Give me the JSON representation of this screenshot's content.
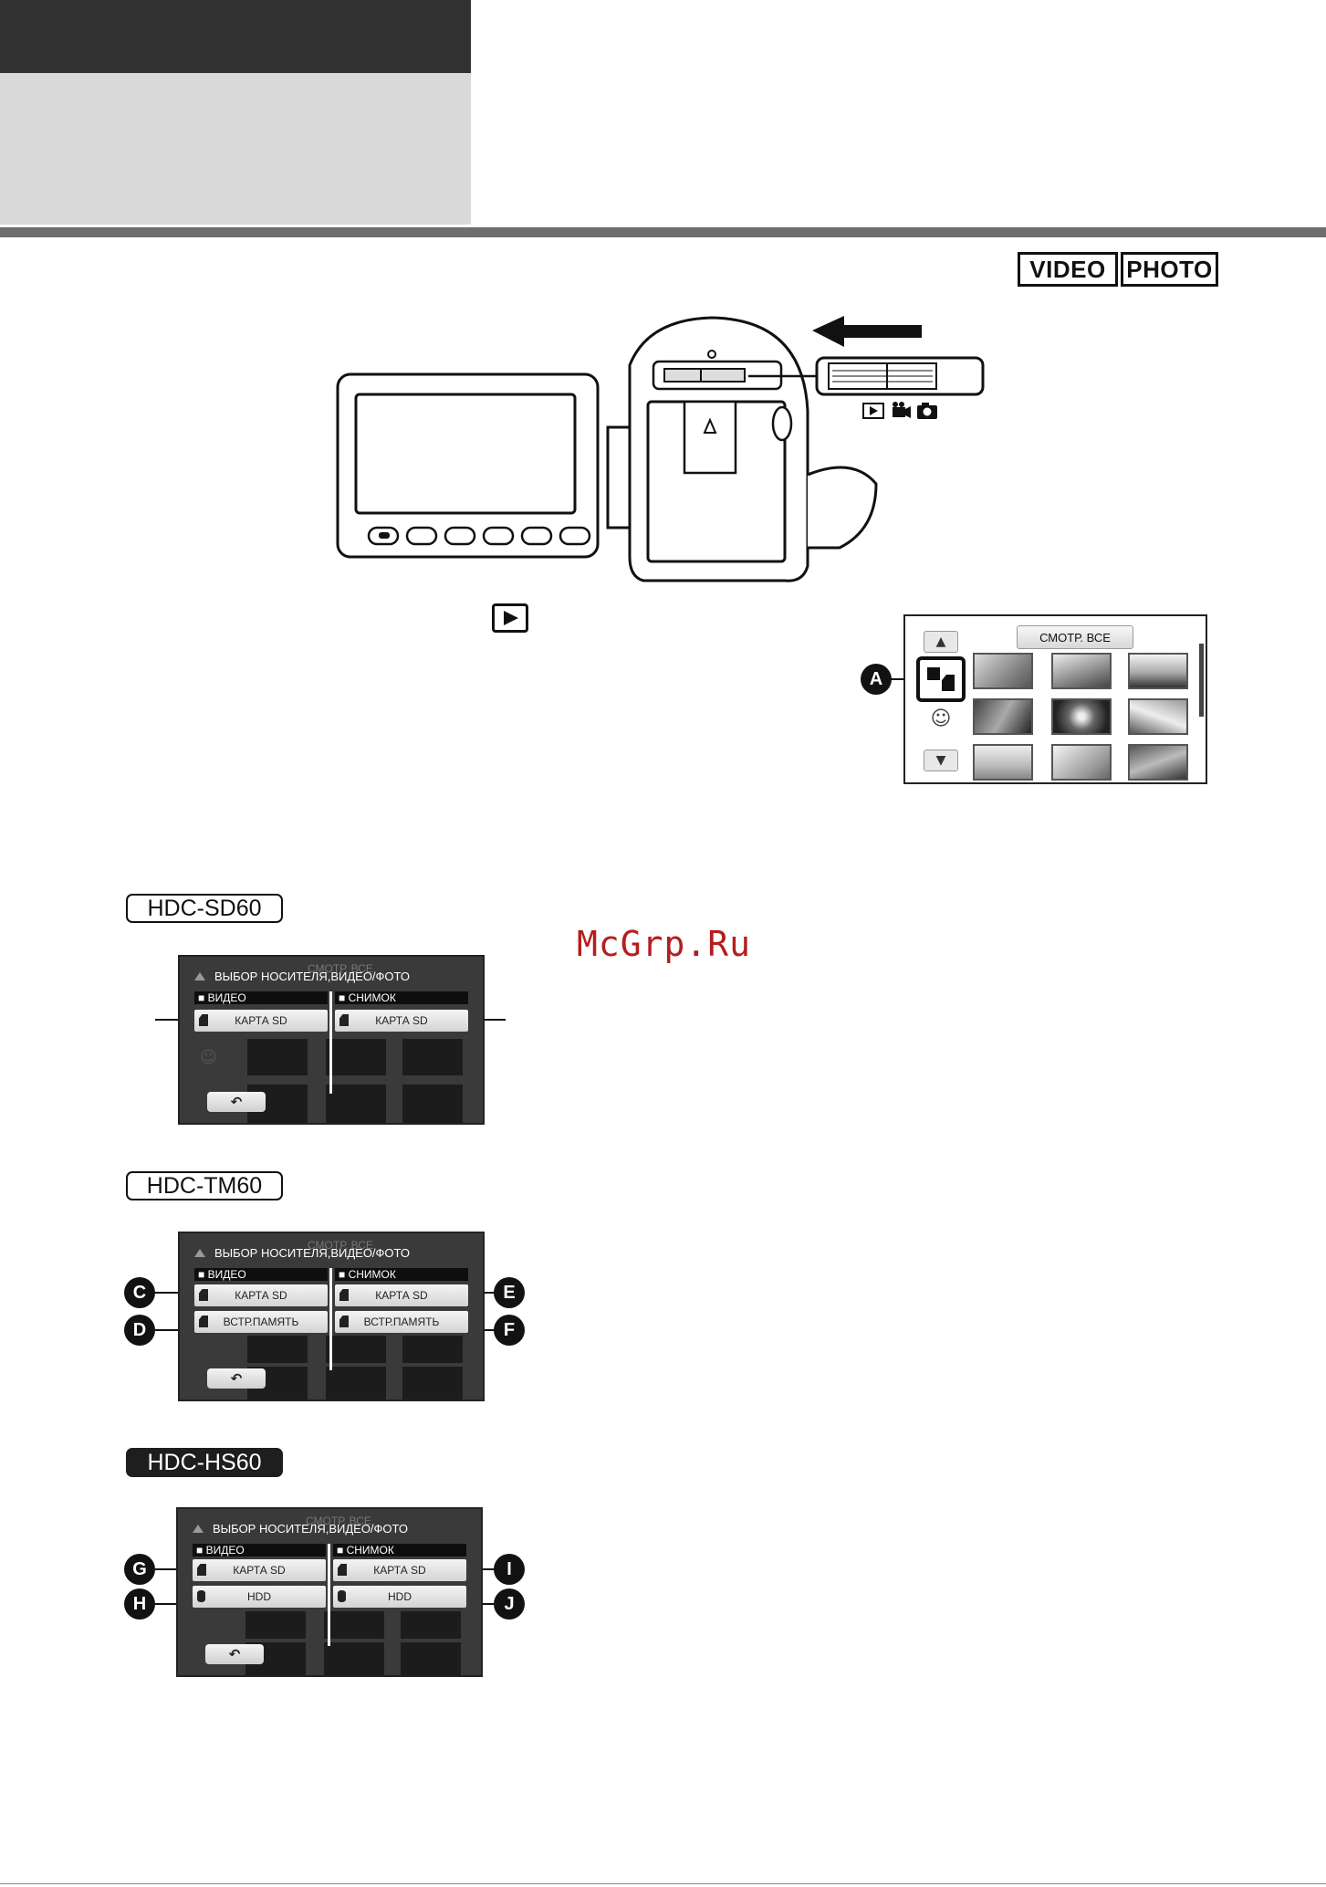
{
  "header": {},
  "mode_badges": {
    "video": "VIDEO",
    "photo": "PHOTO"
  },
  "watermark": "McGrp.Ru",
  "callouts": {
    "a": "A",
    "c": "C",
    "d": "D",
    "e": "E",
    "f": "F",
    "g": "G",
    "h": "H",
    "i": "I",
    "j": "J"
  },
  "thumb_screen": {
    "view_all": "СМОТР. ВСЕ",
    "up_arrow": "▲",
    "down_arrow": "▼"
  },
  "colors": {
    "accent_watermark": "#b41e1e",
    "header_dark": "#323232",
    "header_light": "#d9d9d9",
    "rule": "#6e6e6e"
  },
  "icons": [
    "play-icon",
    "video-icon",
    "camera-icon",
    "sd-card-icon",
    "builtin-memory-icon",
    "hdd-icon",
    "back-icon"
  ],
  "models": [
    {
      "label": "HDC-SD60",
      "ghost": "СМОТР. ВСЕ",
      "title": "ВЫБОР НОСИТЕЛЯ,ВИДЕО/ФОТО",
      "video_header": "ВИДЕО",
      "photo_header": "СНИМОК",
      "video_options": [
        "КАРТА SD"
      ],
      "photo_options": [
        "КАРТА SD"
      ]
    },
    {
      "label": "HDC-TM60",
      "ghost": "СМОТР. ВСЕ",
      "title": "ВЫБОР НОСИТЕЛЯ,ВИДЕО/ФОТО",
      "video_header": "ВИДЕО",
      "photo_header": "СНИМОК",
      "video_options": [
        "КАРТА SD",
        "ВСТР.ПАМЯТЬ"
      ],
      "photo_options": [
        "КАРТА SD",
        "ВСТР.ПАМЯТЬ"
      ]
    },
    {
      "label": "HDC-HS60",
      "ghost": "СМОТР. ВСЕ",
      "title": "ВЫБОР НОСИТЕЛЯ,ВИДЕО/ФОТО",
      "video_header": "ВИДЕО",
      "photo_header": "СНИМОК",
      "video_options": [
        "КАРТА SD",
        "HDD"
      ],
      "photo_options": [
        "КАРТА SD",
        "HDD"
      ]
    }
  ],
  "back_symbol": "↶"
}
